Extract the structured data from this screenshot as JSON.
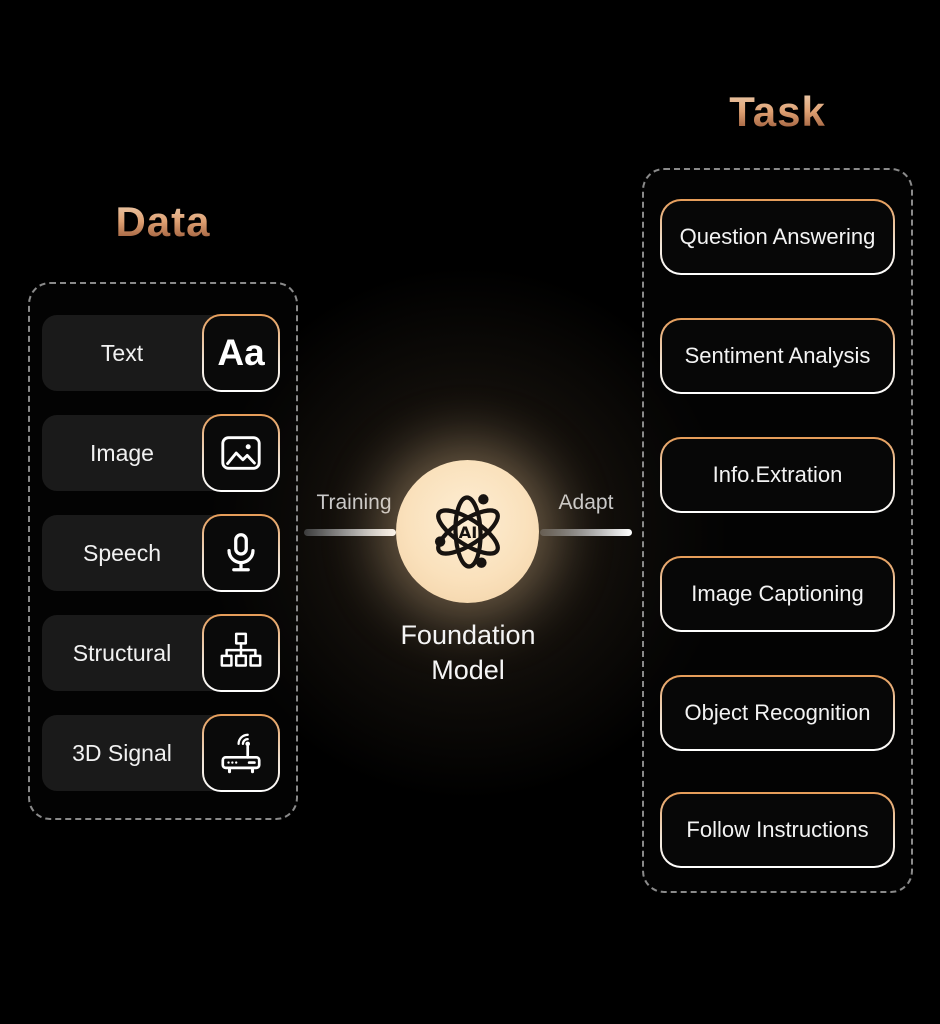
{
  "diagram": {
    "data_panel": {
      "title": "Data",
      "items": [
        {
          "label": "Text",
          "icon": "aa-letters-icon",
          "icon_text": "Aa"
        },
        {
          "label": "Image",
          "icon": "picture-icon"
        },
        {
          "label": "Speech",
          "icon": "microphone-icon"
        },
        {
          "label": "Structural",
          "icon": "org-chart-icon"
        },
        {
          "label": "3D Signal",
          "icon": "router-wifi-icon"
        }
      ]
    },
    "center": {
      "label": "Foundation Model",
      "icon": "ai-atom-icon",
      "icon_text": "AI",
      "left_flow_label": "Training",
      "right_flow_label": "Adapt"
    },
    "task_panel": {
      "title": "Task",
      "items": [
        {
          "label": "Question Answering"
        },
        {
          "label": "Sentiment Analysis"
        },
        {
          "label": "Info.Extration"
        },
        {
          "label": "Image Captioning"
        },
        {
          "label": "Object Recognition"
        },
        {
          "label": "Follow Instructions"
        }
      ]
    },
    "colors": {
      "background": "#000000",
      "title_gradient_top": "#eed4b9",
      "title_gradient_bottom": "#8a4a2c",
      "accent_orange": "#e69c58",
      "border_white": "#ffffff",
      "circle_fill": "#fae1bc",
      "pill_background": "#1a1a1a",
      "text_primary": "#f2f2f2",
      "flow_label_color": "#c9c9c9"
    }
  }
}
